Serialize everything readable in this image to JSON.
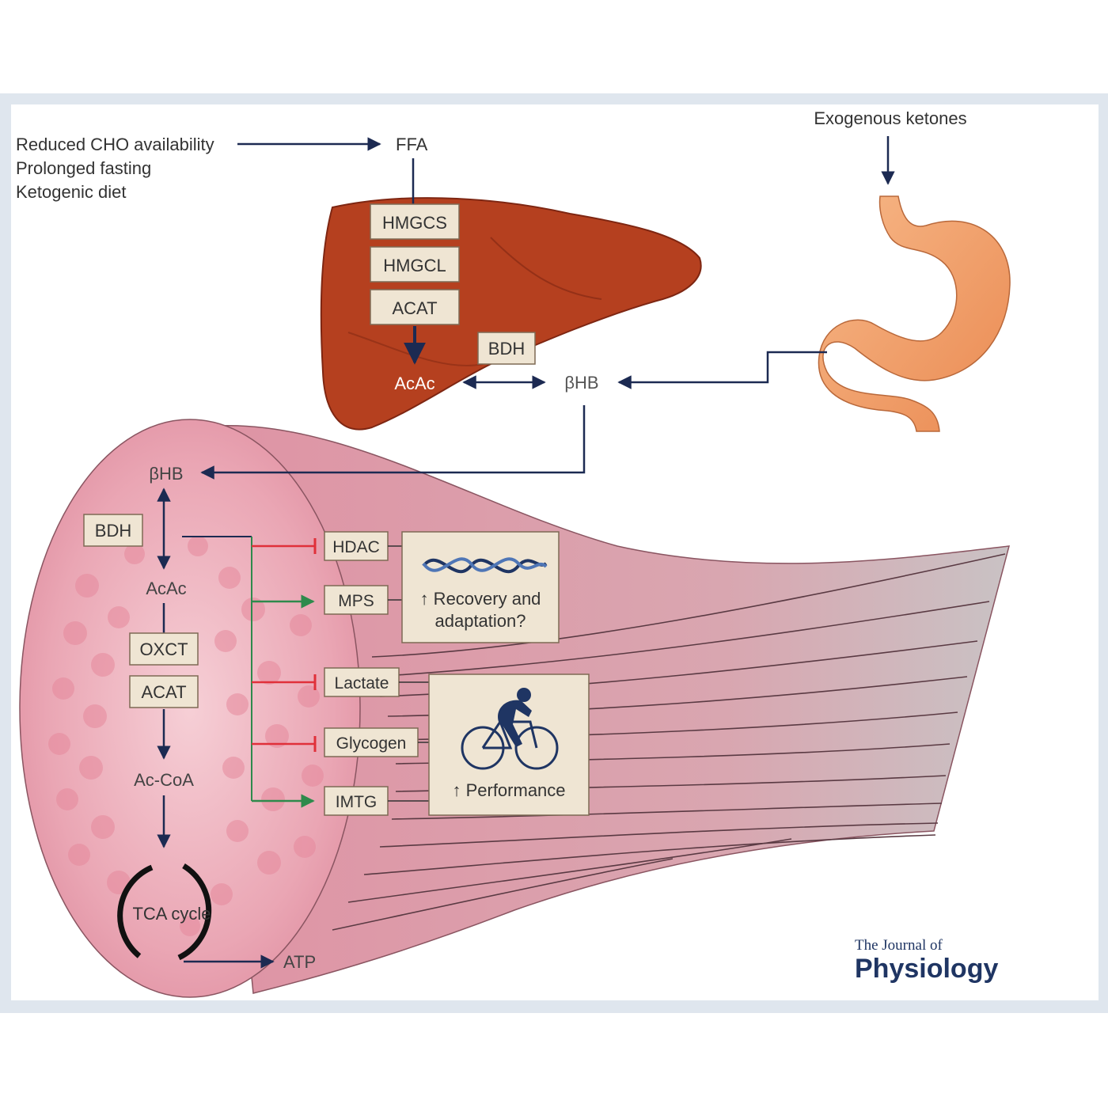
{
  "conditions": [
    "Reduced CHO availability",
    "Prolonged fasting",
    "Ketogenic diet"
  ],
  "ffa": "FFA",
  "exogenous": "Exogenous ketones",
  "liver": {
    "enzymes": [
      "HMGCS",
      "HMGCL",
      "ACAT"
    ],
    "bdh": "BDH",
    "acac": "AcAc"
  },
  "bhb_blood": "βHB",
  "muscle": {
    "bhb": "βHB",
    "bdh": "BDH",
    "acac": "AcAc",
    "oxct": "OXCT",
    "acat": "ACAT",
    "acoa": "Ac-CoA",
    "tca": "TCA cycle",
    "atp": "ATP"
  },
  "targets": [
    "HDAC",
    "MPS",
    "Lactate",
    "Glycogen",
    "IMTG"
  ],
  "recovery": [
    "↑ Recovery and",
    "adaptation?"
  ],
  "performance": "↑ Performance",
  "journal": {
    "line1": "The Journal of",
    "line2": "Physiology"
  },
  "colors": {
    "liver": "#b5401f",
    "liver_dark": "#7e2612",
    "stomach": "#f2a46d",
    "muscle": "#e69aab",
    "muscle_light": "#f6cfd6",
    "box_fill": "#efe5d3",
    "arrow_navy": "#1c2a52",
    "inhibit_red": "#e0303a",
    "activate_green": "#2e8a4c",
    "logo": "#1f3563"
  }
}
